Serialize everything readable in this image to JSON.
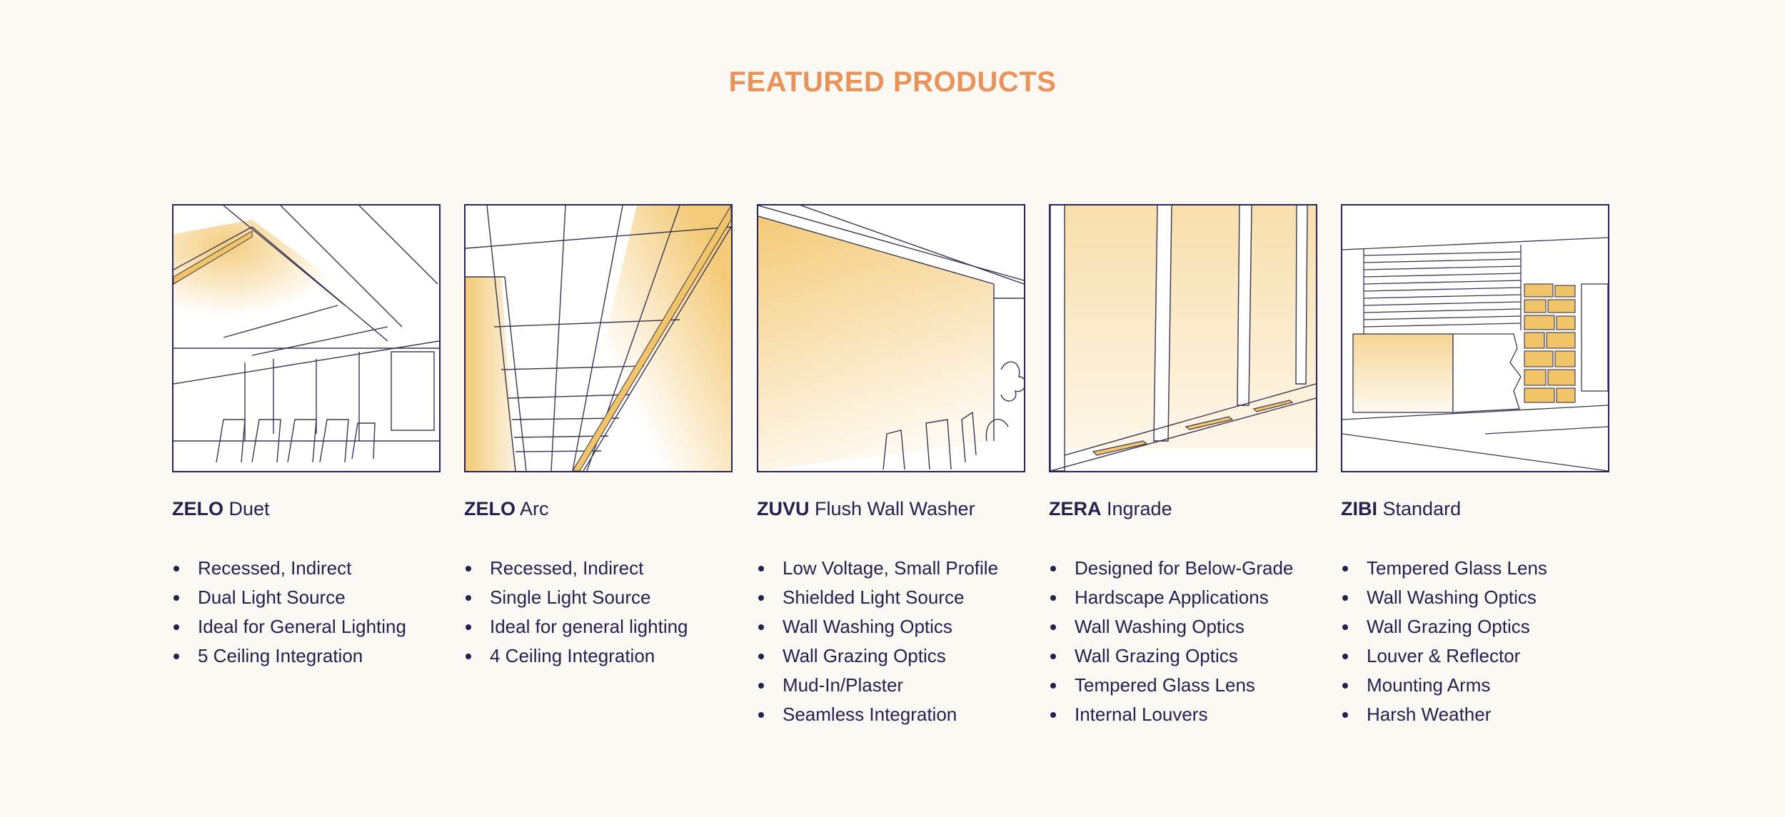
{
  "page": {
    "title": "FEATURED PRODUCTS",
    "colors": {
      "title": "#e8935a",
      "text": "#24214f",
      "glow": "#f2c468",
      "background": "#fcf9f5"
    }
  },
  "products": [
    {
      "brand": "ZELO",
      "model": "Duet",
      "image_icon": "ceiling-cove-illustration-icon",
      "features": [
        "Recessed, Indirect",
        "Dual Light Source",
        "Ideal for General Lighting",
        "5 Ceiling Integration"
      ]
    },
    {
      "brand": "ZELO",
      "model": "Arc",
      "image_icon": "corridor-ceiling-illustration-icon",
      "features": [
        "Recessed, Indirect",
        "Single Light Source",
        "Ideal for general lighting",
        "4 Ceiling Integration"
      ]
    },
    {
      "brand": "ZUVU",
      "model": "Flush Wall Washer",
      "image_icon": "wall-washer-illustration-icon",
      "features": [
        "Low Voltage, Small Profile",
        "Shielded Light Source",
        "Wall Washing Optics",
        "Wall Grazing Optics",
        "Mud-In/Plaster",
        "Seamless Integration"
      ]
    },
    {
      "brand": "ZERA",
      "model": "Ingrade",
      "image_icon": "ingrade-columns-illustration-icon",
      "features": [
        "Designed for Below-Grade",
        "Hardscape Applications",
        "Wall Washing Optics",
        "Wall Grazing Optics",
        "Tempered Glass Lens",
        "Internal Louvers"
      ]
    },
    {
      "brand": "ZIBI",
      "model": "Standard",
      "image_icon": "stone-wall-illustration-icon",
      "features": [
        "Tempered Glass Lens",
        "Wall Washing Optics",
        "Wall Grazing Optics",
        "Louver & Reflector",
        "Mounting Arms",
        "Harsh Weather"
      ]
    }
  ]
}
